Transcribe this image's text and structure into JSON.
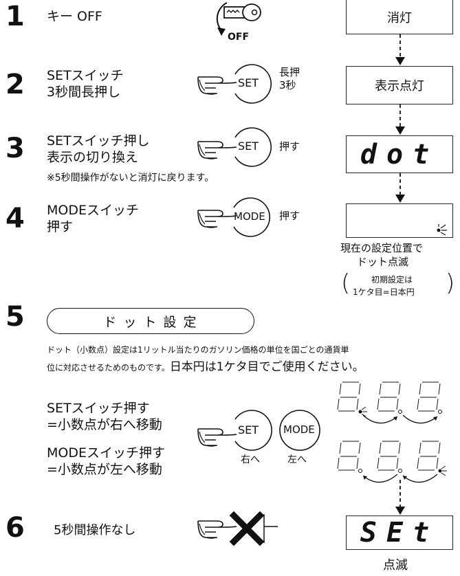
{
  "steps": [
    {
      "num": "1",
      "text": [
        "キー OFF"
      ]
    },
    {
      "num": "2",
      "text": [
        "SETスイッチ",
        "3秒間長押し"
      ]
    },
    {
      "num": "3",
      "text": [
        "SETスイッチ押し",
        "表示の切り換え"
      ],
      "note": "※5秒間操作がないと消灯に戻ります。"
    },
    {
      "num": "4",
      "text": [
        "MODEスイッチ",
        "押す"
      ]
    },
    {
      "num": "5"
    },
    {
      "num": "6",
      "text": [
        "5秒間操作なし"
      ]
    }
  ],
  "key_off_label": "OFF",
  "buttons": {
    "set": "SET",
    "mode": "MODE",
    "hold_label": [
      "長押",
      "3秒"
    ],
    "press_label": "押す",
    "right_label": "右へ",
    "left_label": "左へ"
  },
  "boxes": {
    "off": "消灯",
    "display_on": "表示点灯",
    "dot": "dot",
    "set": "SEt"
  },
  "blink_caption": [
    "現在の設定位置で",
    "ドット点滅"
  ],
  "initial_caption": [
    "初期設定は",
    "1ケタ目=日本円"
  ],
  "section5": {
    "title": "ド ッ ト 設 定",
    "desc1": "ドット（小数点）設定は1リットル当たりのガソリン価格の単位を国ごとの通貨単",
    "desc2_a": "位に対応させるためのものです。",
    "desc2_b": "日本円は1ケタ目でご使用ください。",
    "set_line": [
      "SETスイッチ押す",
      "=小数点が右へ移動"
    ],
    "mode_line": [
      "MODEスイッチ押す",
      "=小数点が左へ移動"
    ]
  },
  "final_caption": "点滅"
}
